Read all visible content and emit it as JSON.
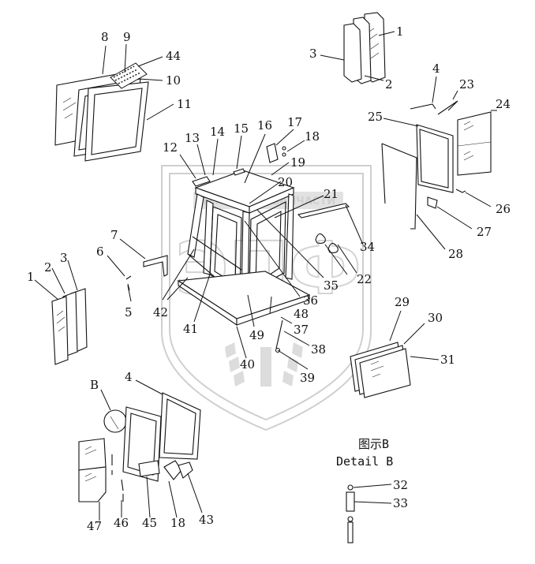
{
  "watermark": {
    "text": "ТЕХНИКА И ЗАПЧАСТИ",
    "letters": "ЭПФ"
  },
  "detail": {
    "title_cn": "图示B",
    "title_en": "Detail B"
  },
  "callouts": {
    "c1_top": "1",
    "c2_top": "2",
    "c3_top": "3",
    "c4_top": "4",
    "c23": "23",
    "c24": "24",
    "c25": "25",
    "c8": "8",
    "c9": "9",
    "c44": "44",
    "c10": "10",
    "c11": "11",
    "c12": "12",
    "c13": "13",
    "c14": "14",
    "c15": "15",
    "c16": "16",
    "c17": "17",
    "c18_top": "18",
    "c19": "19",
    "c20": "20",
    "c21": "21",
    "c26": "26",
    "c27": "27",
    "c28": "28",
    "c34": "34",
    "c22": "22",
    "c35": "35",
    "c36": "36",
    "c7": "7",
    "c6": "6",
    "c5": "5",
    "c42": "42",
    "c41": "41",
    "c49": "49",
    "c48": "48",
    "c37": "37",
    "c38": "38",
    "c40": "40",
    "c39": "39",
    "c1_left": "1",
    "c2_left": "2",
    "c3_left": "3",
    "c29": "29",
    "c30": "30",
    "c31": "31",
    "cB": "B",
    "c4_bottom": "4",
    "c47": "47",
    "c46": "46",
    "c45": "45",
    "c18_bottom": "18",
    "c43": "43",
    "c32": "32",
    "c33": "33"
  }
}
